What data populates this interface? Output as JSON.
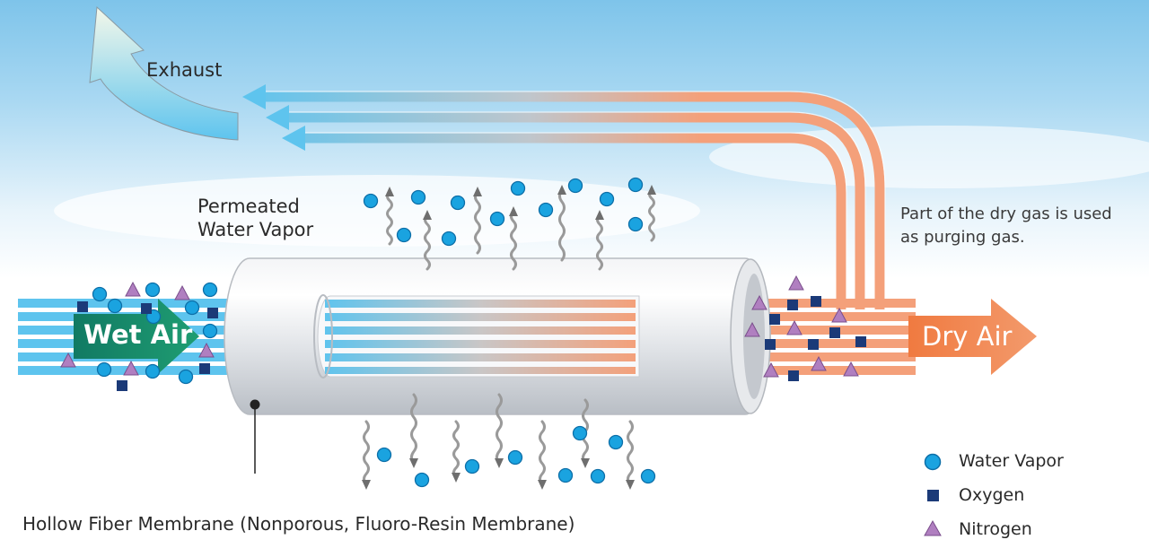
{
  "labels": {
    "exhaust": "Exhaust",
    "permeated_line1": "Permeated",
    "permeated_line2": "Water Vapor",
    "purge_line1": "Part of the dry gas is used",
    "purge_line2": "as purging gas.",
    "wet_air": "Wet Air",
    "dry_air": "Dry Air",
    "hollow_fiber": "Hollow Fiber Membrane (Nonporous, Fluoro-Resin Membrane)"
  },
  "legend": [
    {
      "label": "Water Vapor",
      "symbol": "circle",
      "color": "#1aa3e0"
    },
    {
      "label": "Oxygen",
      "symbol": "square",
      "color": "#1b3a78"
    },
    {
      "label": "Nitrogen",
      "symbol": "triangle",
      "color": "#b07fc0"
    }
  ],
  "colors": {
    "wet_stream": "#5ec4ee",
    "dry_stream": "#f4a07a",
    "wet_arrow": "#16896b",
    "dry_arrow": "#ee7e48",
    "membrane": "#d6d9de"
  }
}
